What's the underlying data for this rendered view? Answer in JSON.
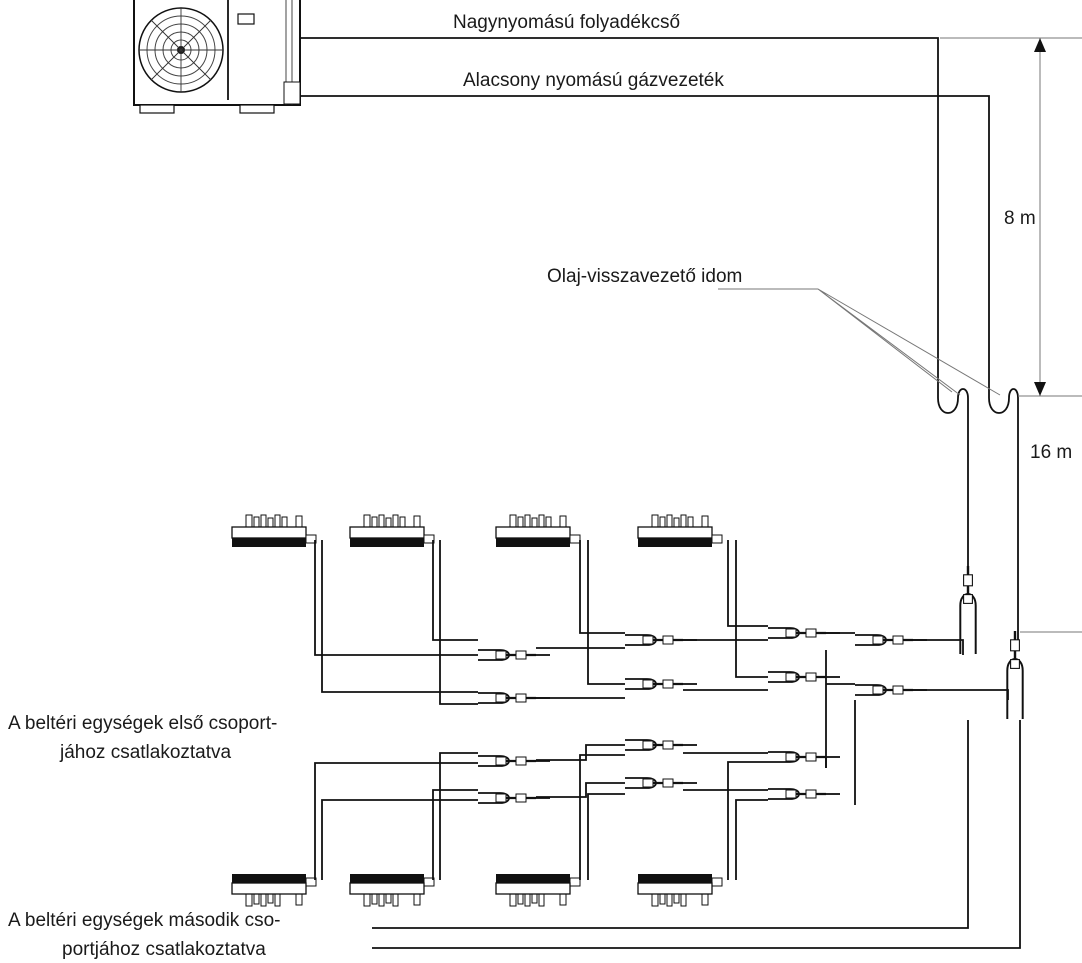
{
  "diagram": {
    "labels": {
      "high_pressure_liquid": "Nagynyomású folyadékcső",
      "low_pressure_gas": "Alacsony nyomású gázvezeték",
      "oil_return_fitting": "Olaj-visszavezető idom",
      "height_upper": "8 m",
      "height_lower": "16 m",
      "group1_line1": "A beltéri egységek első csoport-",
      "group1_line2": "jához csatlakoztatva",
      "group2_line1": "A beltéri egységek második cso-",
      "group2_line2": "portjához csatlakoztatva"
    },
    "components": {
      "outdoor_unit": "outdoor-unit",
      "indoor_units_group1": 4,
      "indoor_units_group2": 4
    }
  }
}
